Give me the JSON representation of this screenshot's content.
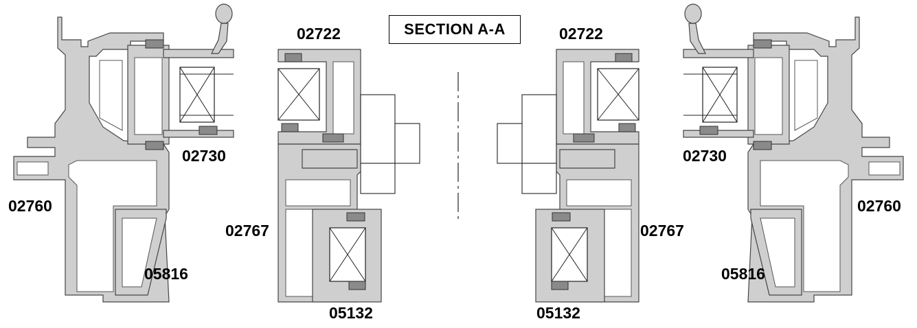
{
  "title": "SECTION A-A",
  "labels": {
    "left_top": "02722",
    "right_top": "02722",
    "left_sash": "02730",
    "right_sash": "02730",
    "left_frame": "02760",
    "right_frame": "02760",
    "left_mullion": "02767",
    "right_mullion": "02767",
    "left_bead": "05816",
    "right_bead": "05816",
    "left_bottom": "05132",
    "right_bottom": "05132"
  },
  "colors": {
    "profile_fill": "#cfcfcf",
    "stroke": "#444444",
    "background": "#ffffff"
  }
}
